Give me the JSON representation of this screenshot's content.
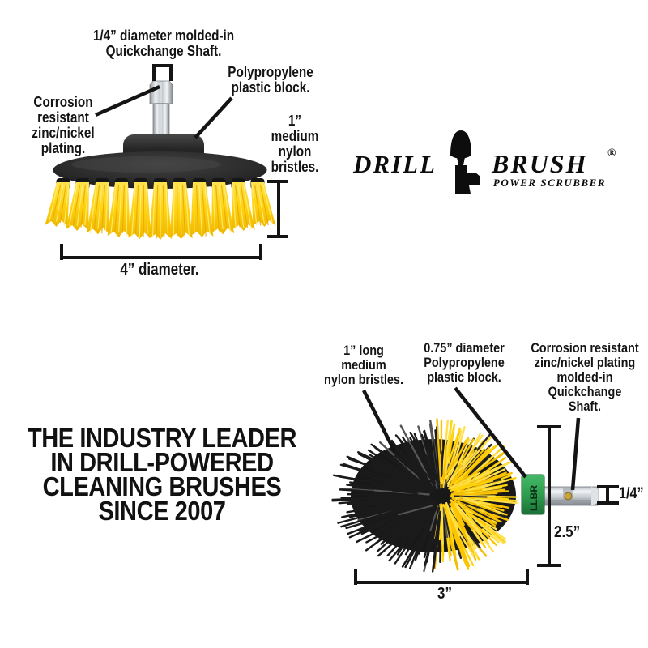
{
  "colors": {
    "ink": "#141414",
    "bristle_yellow": "#FFD411",
    "bristle_yellow_deep": "#E9A900",
    "base_black": "#232323",
    "collar_green": "#2E9E4E",
    "shaft_silver": "#C9CED3"
  },
  "logo": {
    "word1": "DRILL",
    "word2": "BRUSH",
    "registered_mark": "®",
    "tagline": "POWER SCRUBBER",
    "icon": "drill-with-bullet-brush"
  },
  "headline": {
    "lines": "THE INDUSTRY LEADER\nIN DRILL-POWERED\nCLEANING BRUSHES\nSINCE 2007"
  },
  "flat_brush": {
    "callouts": {
      "shaft": "1/4” diameter molded-in\nQuickchange Shaft.",
      "block": "Polypropylene\nplastic block.",
      "plating": "Corrosion\nresistant\nzinc/nickel\nplating.",
      "bristles": "1”\nmedium\nnylon\nbristles."
    },
    "dimensions": {
      "diameter": "4” diameter."
    }
  },
  "cone_brush": {
    "callouts": {
      "bristles": "1” long\nmedium\nnylon bristles.",
      "block": "0.75” diameter\nPolypropylene\nplastic block.",
      "shaft": "Corrosion resistant\nzinc/nickel plating\nmolded-in\nQuickchange\nShaft."
    },
    "dimensions": {
      "height": "2.5”",
      "shaft": "1/4”",
      "width": "3”"
    },
    "collar_text": "LLBR"
  }
}
